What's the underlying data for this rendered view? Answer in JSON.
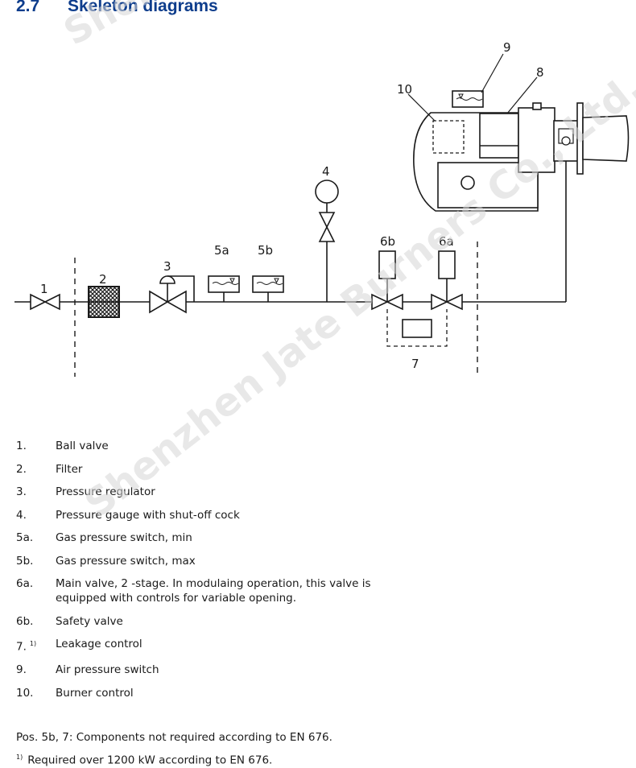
{
  "section": {
    "number": "2.7",
    "title": "Skeleton diagrams"
  },
  "diagram": {
    "labels": [
      "1",
      "2",
      "3",
      "4",
      "5a",
      "5b",
      "6b",
      "6a",
      "7",
      "8",
      "9",
      "10"
    ],
    "watermark_top": "Shenzhen Jate Burners Co., Ltd.",
    "watermark_bottom": "Shenzhen Jate Burners Co., Ltd."
  },
  "legend": [
    {
      "key": "1.",
      "text": "Ball valve"
    },
    {
      "key": "2.",
      "text": "Filter"
    },
    {
      "key": "3.",
      "text": "Pressure regulator"
    },
    {
      "key": "4.",
      "text": "Pressure gauge with shut-off cock"
    },
    {
      "key": "5a.",
      "text": "Gas pressure switch, min"
    },
    {
      "key": "5b.",
      "text": "Gas pressure switch, max"
    },
    {
      "key": "6a.",
      "text": "Main valve, 2 -stage. In modulaing operation, this valve is equipped with controls for variable opening."
    },
    {
      "key": "6b.",
      "text": "Safety valve"
    },
    {
      "key": "7.",
      "sup": "1)",
      "text": "Leakage control"
    },
    {
      "key": "9.",
      "text": "Air pressure switch"
    },
    {
      "key": "10.",
      "text": "Burner control"
    }
  ],
  "notes": {
    "pos_note": "Pos. 5b, 7: Components not required according to EN 676.",
    "footnote_mark": "1)",
    "footnote_text": "Required over 1200 kW according to EN 676."
  }
}
